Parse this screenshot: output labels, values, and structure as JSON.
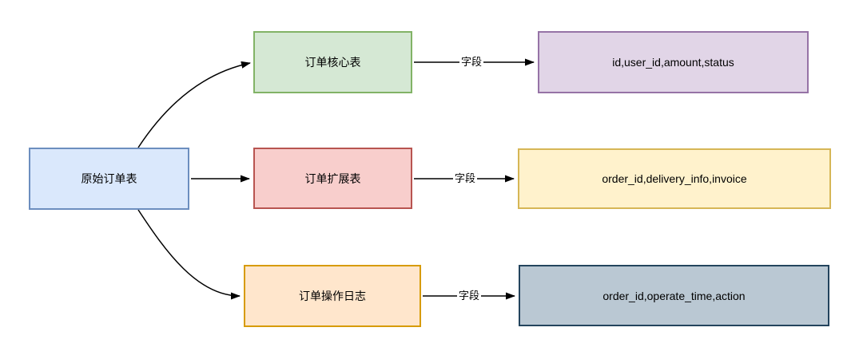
{
  "diagram": {
    "background": "#ffffff",
    "line_color": "#000000",
    "nodes": [
      {
        "id": "source",
        "label": "原始订单表",
        "fill": "#dae8fc",
        "stroke": "#6c8ebf"
      },
      {
        "id": "core",
        "label": "订单核心表",
        "fill": "#d5e8d4",
        "stroke": "#82b366"
      },
      {
        "id": "ext",
        "label": "订单扩展表",
        "fill": "#f8cecc",
        "stroke": "#b85450"
      },
      {
        "id": "log",
        "label": "订单操作日志",
        "fill": "#ffe6cc",
        "stroke": "#d79b00"
      },
      {
        "id": "core_fields",
        "label": "id,user_id,amount,status",
        "fill": "#e1d5e7",
        "stroke": "#9673a6"
      },
      {
        "id": "ext_fields",
        "label": "order_id,delivery_info,invoice",
        "fill": "#fff2cc",
        "stroke": "#d6b656"
      },
      {
        "id": "log_fields",
        "label": "order_id,operate_time,action",
        "fill": "#bac8d3",
        "stroke": "#23445d"
      }
    ],
    "edges": [
      {
        "from": "source",
        "to": "core",
        "label": ""
      },
      {
        "from": "source",
        "to": "ext",
        "label": ""
      },
      {
        "from": "source",
        "to": "log",
        "label": ""
      },
      {
        "from": "core",
        "to": "core_fields",
        "label": "字段"
      },
      {
        "from": "ext",
        "to": "ext_fields",
        "label": "字段"
      },
      {
        "from": "log",
        "to": "log_fields",
        "label": "字段"
      }
    ]
  }
}
